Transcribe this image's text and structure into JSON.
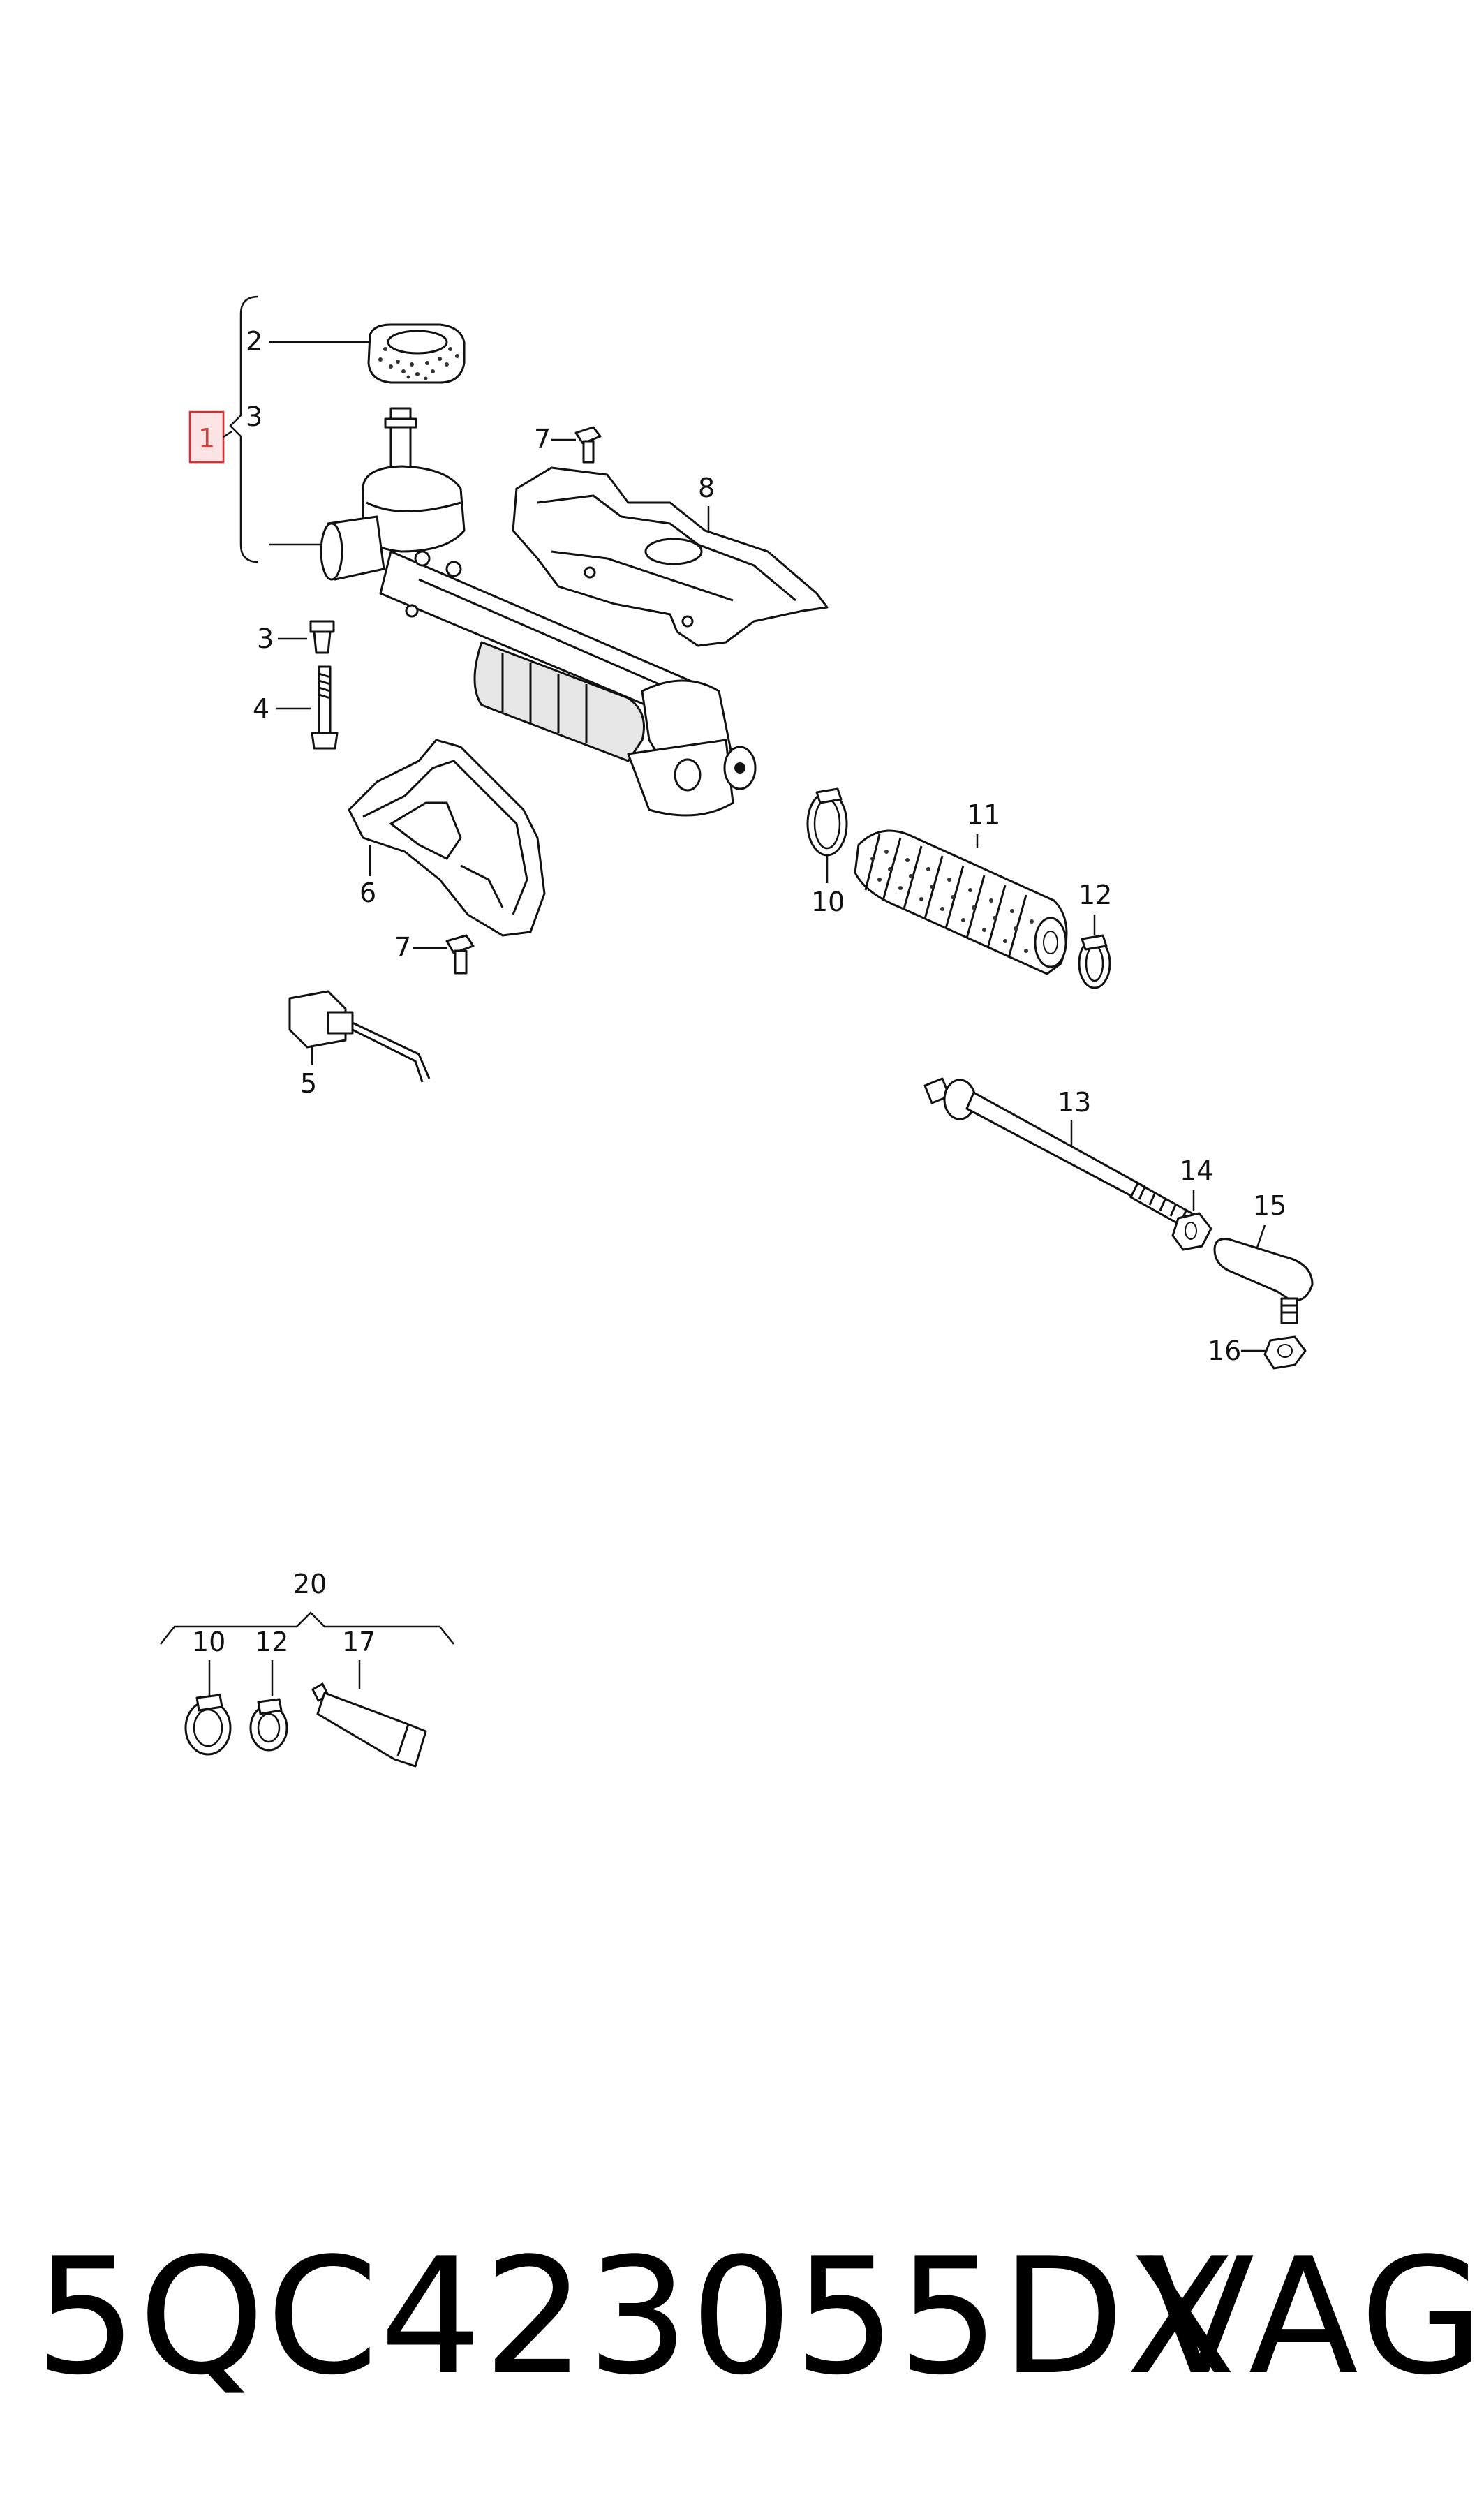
{
  "diagram": {
    "callouts": {
      "c1": "1",
      "c2": "2",
      "c3a": "3",
      "c3b": "3",
      "c4": "4",
      "c5": "5",
      "c6": "6",
      "c7a": "7",
      "c7b": "7",
      "c8": "8",
      "c10a": "10",
      "c11": "11",
      "c12a": "12",
      "c13": "13",
      "c14": "14",
      "c15": "15",
      "c16": "16",
      "c20": "20",
      "c10b": "10",
      "c12b": "12",
      "c17": "17"
    },
    "highlight_color": "#e8262b",
    "highlight_fill": "#fde4e4"
  },
  "footer": {
    "part_number": "5QC423055DX",
    "brand": "VAG"
  }
}
